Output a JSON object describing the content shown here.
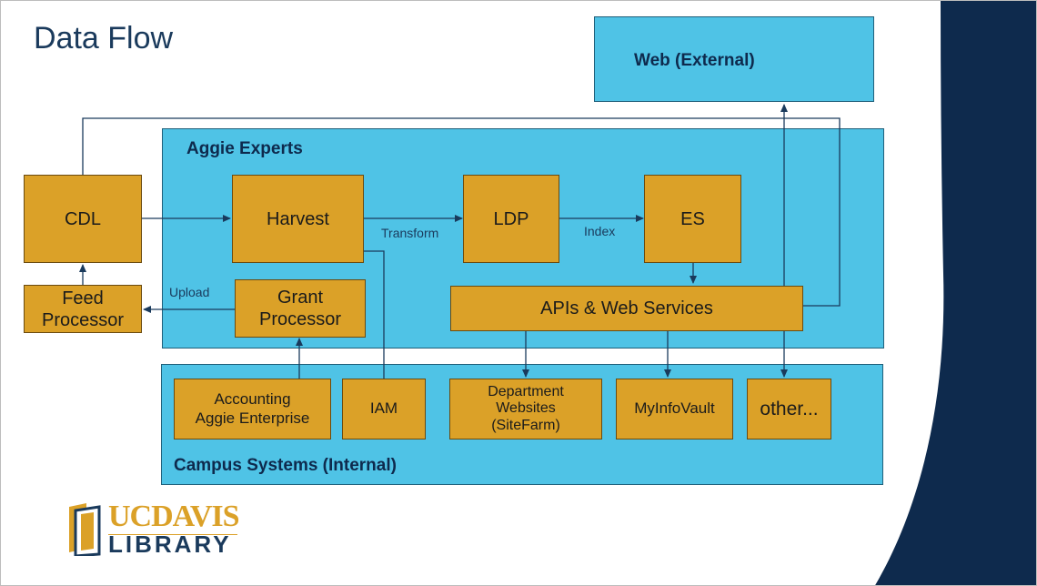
{
  "slide": {
    "title": "Data Flow"
  },
  "regions": {
    "web_external": "Web (External)",
    "aggie_experts": "Aggie Experts",
    "campus_systems": "Campus Systems (Internal)"
  },
  "nodes": {
    "cdl": "CDL",
    "feed_processor": "Feed\nProcessor",
    "harvest": "Harvest",
    "grant_processor": "Grant\nProcessor",
    "ldp": "LDP",
    "es": "ES",
    "apis": "APIs & Web Services",
    "accounting": "Accounting\nAggie Enterprise",
    "iam": "IAM",
    "department_websites": "Department\nWebsites\n(SiteFarm)",
    "myinfovault": "MyInfoVault",
    "other": "other..."
  },
  "edge_labels": {
    "transform": "Transform",
    "index": "Index",
    "upload": "Upload"
  },
  "logo": {
    "uc": "UCDAVIS",
    "library": "LIBRARY"
  },
  "colors": {
    "region_fill": "#4fc3e6",
    "node_fill": "#dba128",
    "navy": "#0e2a4d",
    "title_text": "#1a3a5c"
  }
}
